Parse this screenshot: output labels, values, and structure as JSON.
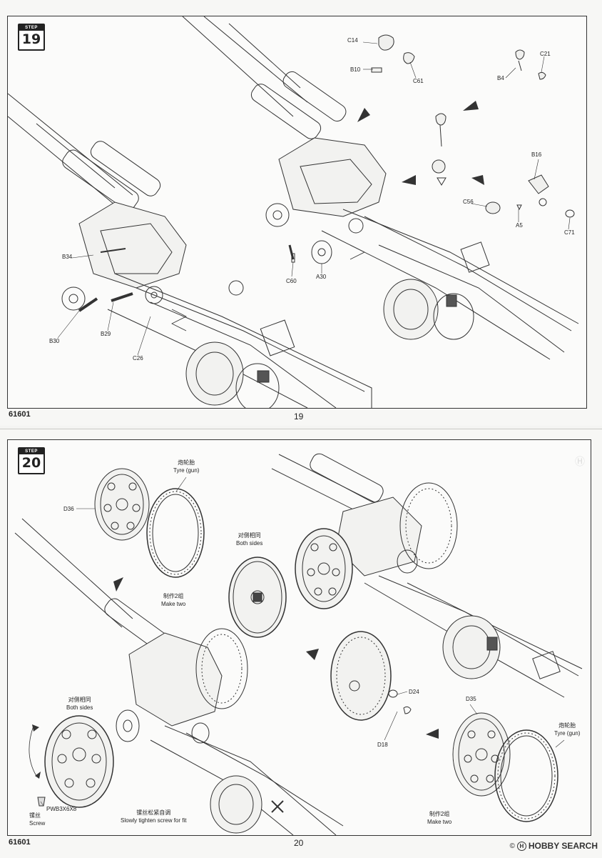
{
  "top": {
    "step_label": "STEP",
    "step_number": "19",
    "model_number": "61601",
    "page_number": "19",
    "part_labels": [
      "C14",
      "B10",
      "C61",
      "B4",
      "C21",
      "B16",
      "C56",
      "A5",
      "C71",
      "B34",
      "B30",
      "B29",
      "C26",
      "C60",
      "A30"
    ]
  },
  "bottom": {
    "step_label": "STEP",
    "step_number": "20",
    "model_number": "61601",
    "page_number": "20",
    "part_labels": [
      "D36",
      "D24",
      "D18",
      "D35"
    ],
    "notes": {
      "tyre_top_cn": "炮轮胎",
      "tyre_top_en": "Tyre (gun)",
      "both_sides_center_cn": "对侧相同",
      "both_sides_center_en": "Both sides",
      "make_two_left_cn": "制作2组",
      "make_two_left_en": "Make two",
      "both_sides_left_cn": "对侧相同",
      "both_sides_left_en": "Both sides",
      "screw_cn": "镙丝",
      "screw_en": "Screw",
      "screw_code": "PWB3X6X8",
      "tighten_cn": "镙丝松紧自调",
      "tighten_en": "Slowly tighten screw for fit",
      "make_two_right_cn": "制作2组",
      "make_two_right_en": "Make two",
      "tyre_right_cn": "炮轮胎",
      "tyre_right_en": "Tyre (gun)"
    }
  },
  "watermark": {
    "brand": "HOBBY SEARCH",
    "symbol": "©",
    "mark": "Ⓗ"
  }
}
